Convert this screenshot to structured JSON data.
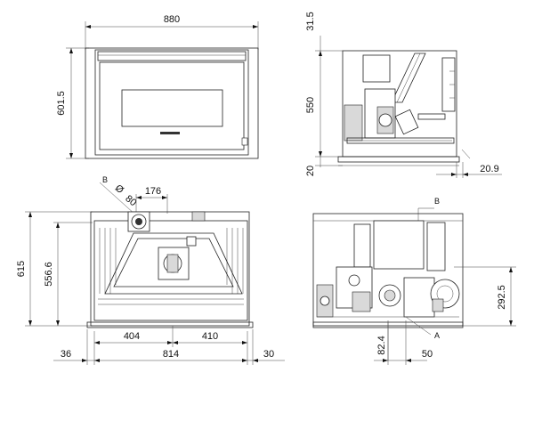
{
  "dims": {
    "front_width": "880",
    "front_height": "601.5",
    "side_top": "31.5",
    "side_body": "550",
    "side_bottom": "20",
    "side_offset": "20.9",
    "back_diameter_label": "Ø",
    "back_diameter_value": "80",
    "back_letter_B": "B",
    "back_flue_offset": "176",
    "back_total_height": "615",
    "back_inner_height": "556.6",
    "back_left_half": "404",
    "back_right_half": "410",
    "back_left_margin": "36",
    "back_total_width": "814",
    "back_right_margin": "30",
    "section_label_B": "B",
    "section_label_A": "A",
    "section_height": "292.5",
    "section_offset_a": "82.4",
    "section_offset_b": "50"
  },
  "colors": {
    "line": "#222222",
    "fill": "#d9d9d9"
  }
}
